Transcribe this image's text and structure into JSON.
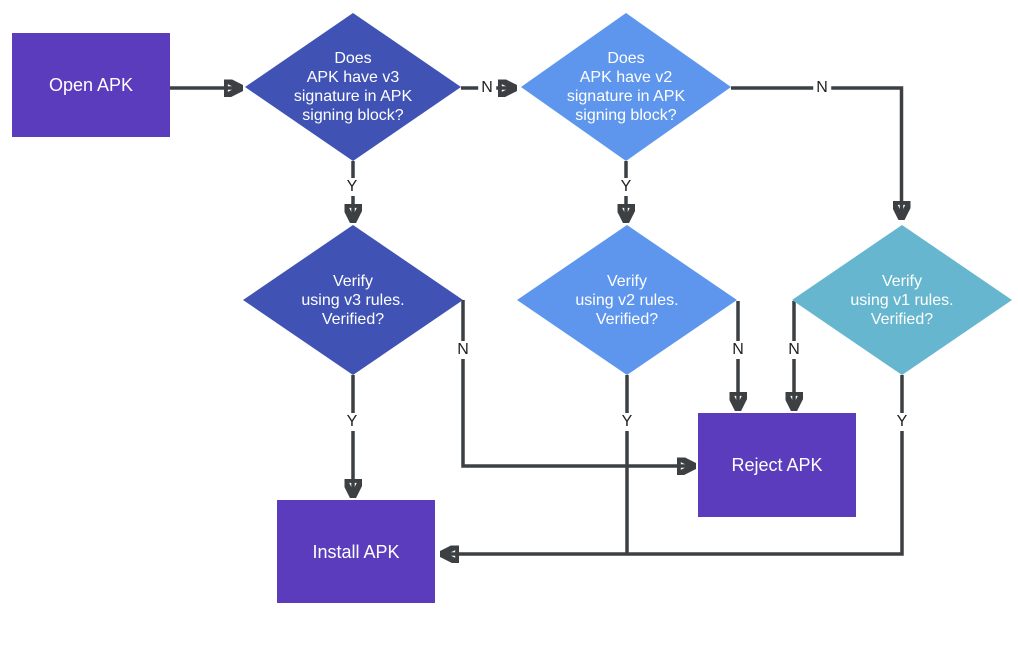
{
  "diagram": {
    "nodes": {
      "open_apk": {
        "label": "Open APK",
        "shape": "rectangle",
        "color": "#5B3CBD",
        "text_color": "#FFFFFF"
      },
      "has_v3": {
        "label": [
          "Does",
          "APK have v3",
          "signature in APK",
          "signing block?"
        ],
        "shape": "diamond",
        "color": "#4053B4",
        "text_color": "#FFFFFF"
      },
      "has_v2": {
        "label": [
          "Does",
          "APK have v2",
          "signature in APK",
          "signing block?"
        ],
        "shape": "diamond",
        "color": "#5E96EE",
        "text_color": "#FFFFFF"
      },
      "verify_v3": {
        "label": [
          "Verify",
          "using v3 rules.",
          "Verified?"
        ],
        "shape": "diamond",
        "color": "#4053B4",
        "text_color": "#FFFFFF"
      },
      "verify_v2": {
        "label": [
          "Verify",
          "using v2 rules.",
          "Verified?"
        ],
        "shape": "diamond",
        "color": "#5E96EE",
        "text_color": "#FFFFFF"
      },
      "verify_v1": {
        "label": [
          "Verify",
          "using v1 rules.",
          "Verified?"
        ],
        "shape": "diamond",
        "color": "#66B6D0",
        "text_color": "#FFFFFF"
      },
      "reject_apk": {
        "label": "Reject APK",
        "shape": "rectangle",
        "color": "#5B3CBD",
        "text_color": "#FFFFFF"
      },
      "install_apk": {
        "label": "Install APK",
        "shape": "rectangle",
        "color": "#5B3CBD",
        "text_color": "#FFFFFF"
      }
    },
    "edges": {
      "open_to_has_v3": {
        "from": "open_apk",
        "to": "has_v3",
        "label": ""
      },
      "has_v3_no": {
        "from": "has_v3",
        "to": "has_v2",
        "label": "N"
      },
      "has_v3_yes": {
        "from": "has_v3",
        "to": "verify_v3",
        "label": "Y"
      },
      "has_v2_yes": {
        "from": "has_v2",
        "to": "verify_v2",
        "label": "Y"
      },
      "has_v2_no": {
        "from": "has_v2",
        "to": "verify_v1",
        "label": "N"
      },
      "verify_v3_yes": {
        "from": "verify_v3",
        "to": "install_apk",
        "label": "Y"
      },
      "verify_v3_no": {
        "from": "verify_v3",
        "to": "reject_apk",
        "label": "N"
      },
      "verify_v2_yes": {
        "from": "verify_v2",
        "to": "install_apk",
        "label": "Y"
      },
      "verify_v2_no": {
        "from": "verify_v2",
        "to": "reject_apk",
        "label": "N"
      },
      "verify_v1_no": {
        "from": "verify_v1",
        "to": "reject_apk",
        "label": "N"
      },
      "verify_v1_yes": {
        "from": "verify_v1",
        "to": "install_apk",
        "label": "Y"
      }
    },
    "palette": {
      "process_purple": "#5B3CBD",
      "decision_indigo": "#4053B4",
      "decision_blue": "#5E96EE",
      "decision_teal": "#66B6D0",
      "connector_gray": "#3C4043",
      "edge_label_text": "#1F1F1F",
      "canvas_background": "#FFFFFF"
    }
  }
}
